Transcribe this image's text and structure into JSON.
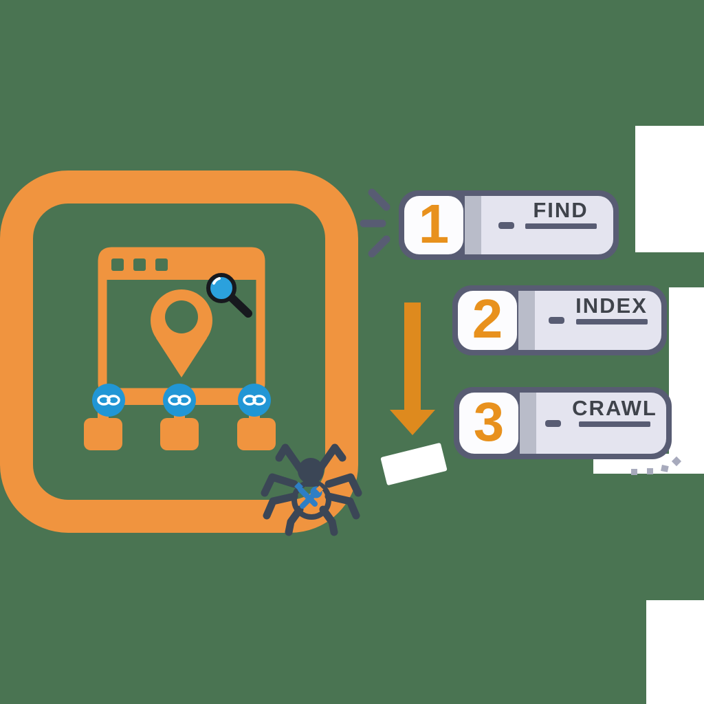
{
  "background_color": "#4a7452",
  "colors": {
    "orange": "#f0943f",
    "arrow_orange": "#de8a1e",
    "number_orange": "#e8911d",
    "slate": "#585c73",
    "spider_navy": "#3b4656",
    "link_blue": "#2196d5",
    "lens_blue": "#2ba1dd",
    "tool_blue": "#2e7ec5",
    "badge_body": "#e4e4ef",
    "badge_strip": "#b9bcc9",
    "badge_number_box": "#fcfcfe",
    "label_text": "#3f434b",
    "dotted_trail": "#a7aabc",
    "white": "#ffffff"
  },
  "steps": [
    {
      "number": "1",
      "label": "FIND"
    },
    {
      "number": "2",
      "label": "INDEX"
    },
    {
      "number": "3",
      "label": "CRAWL"
    }
  ],
  "icons": {
    "website": "browser-window-icon",
    "location_pin": "location-pin-icon",
    "magnifier": "magnifier-icon",
    "chain_links": "chain-link-icon",
    "sitemap_pages": "sitemap-page-squares",
    "spider": "spider-crawler-icon",
    "tools": "wrench-screwdriver-icon",
    "arrow": "down-arrow-icon",
    "emphasis": "emphasis-dashes-icon",
    "dots": "dotted-trail-icon"
  }
}
